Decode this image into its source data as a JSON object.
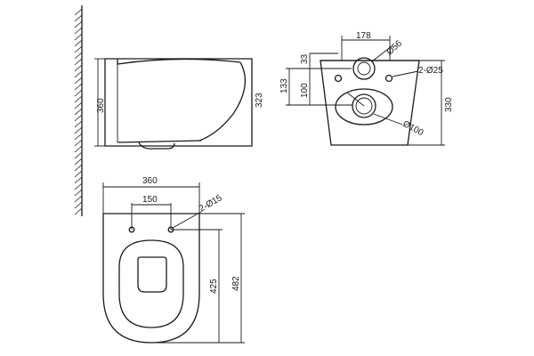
{
  "side_view": {
    "height_label": "360",
    "seat_height_label": "323"
  },
  "rear_view": {
    "width_label": "178",
    "top_hole_label": "Ø56",
    "side_holes_label": "2-Ø25",
    "upper_offset_label": "33",
    "total_offset_label": "133",
    "lower_offset_label": "100",
    "height_label": "330",
    "outlet_label": "Ø100"
  },
  "top_view": {
    "width_label": "360",
    "bolt_spacing_label": "150",
    "bolt_holes_label": "2-Ø15",
    "inner_depth_label": "425",
    "total_depth_label": "482"
  }
}
